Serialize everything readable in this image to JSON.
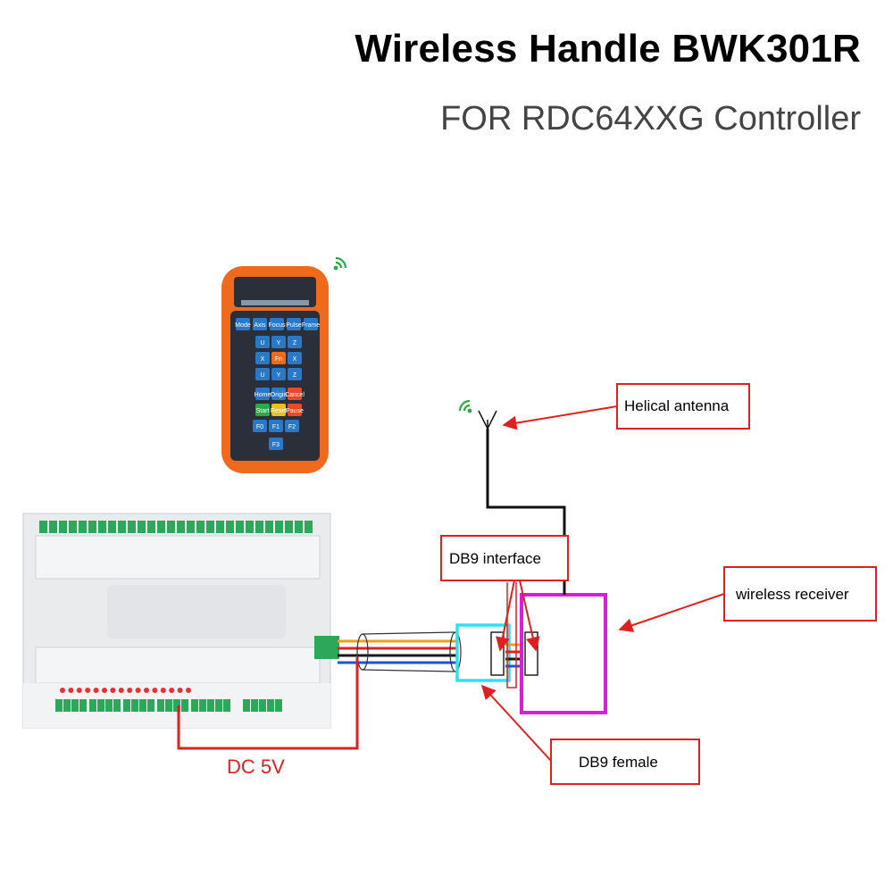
{
  "header": {
    "title": "Wireless Handle BWK301R",
    "subtitle": "FOR RDC64XXG Controller"
  },
  "labels": {
    "helical_antenna": "Helical antenna",
    "db9_interface": "DB9 interface",
    "wireless_receiver": "wireless receiver",
    "db9_female": "DB9 female",
    "power": "DC 5V"
  },
  "remote": {
    "keys": [
      "Mode",
      "Axis",
      "Focus",
      "Pulse",
      "Frame",
      "U",
      "Y",
      "Z",
      "X",
      "Fn",
      "X",
      "U",
      "Y",
      "Z",
      "Home",
      "Origin",
      "Cancel",
      "Start",
      "Reset",
      "Pause",
      "F0",
      "F1",
      "F2",
      "F3"
    ]
  },
  "colors": {
    "label_border": "#e02020",
    "arrow": "#e02020",
    "receiver_border": "#d81ed8",
    "db9_border": "#2fe0f0",
    "remote_body": "#f06a1e",
    "remote_face": "#2b2f3a",
    "key_blue": "#2a78c8",
    "signal_green": "#2aa84a"
  },
  "icons": [
    "signal-icon",
    "antenna-icon"
  ]
}
